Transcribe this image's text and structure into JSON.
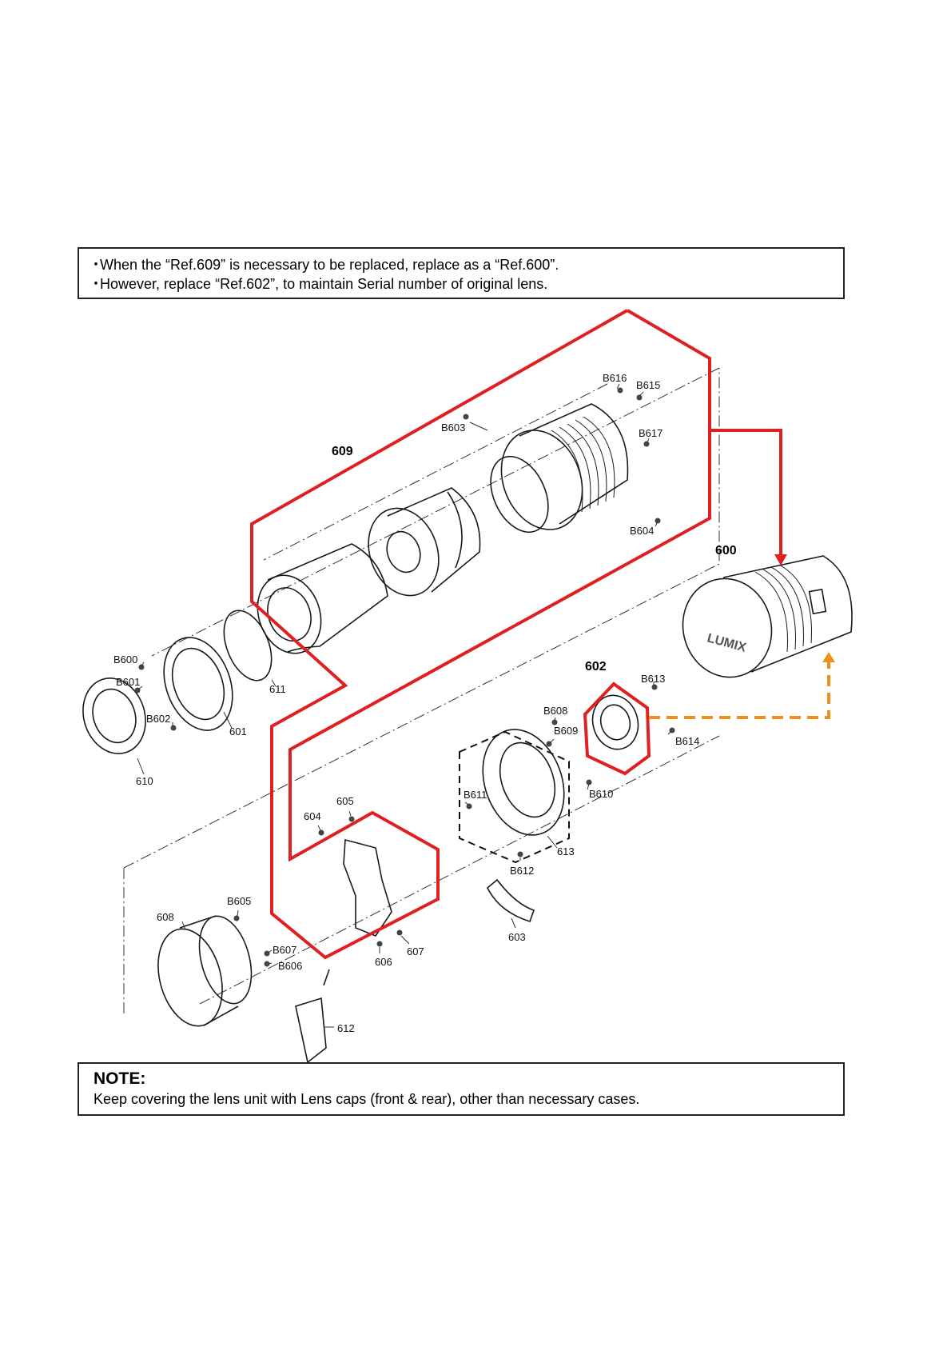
{
  "top_notes": [
    "When the “Ref.609” is necessary to be replaced, replace as a “Ref.600”.",
    "However, replace “Ref.602”, to maintain Serial number of original lens."
  ],
  "bullet": "・",
  "bottom_note": {
    "title": "NOTE:",
    "text": "Keep covering the lens unit with Lens caps (front & rear), other than necessary cases."
  },
  "lens_cap_text": "LUMIX",
  "group_labels": {
    "r609": "609",
    "r600": "600",
    "r602": "602"
  },
  "part_labels": {
    "B616": "B616",
    "B615": "B615",
    "B603": "B603",
    "B617": "B617",
    "B604": "B604",
    "B600": "B600",
    "B601": "B601",
    "B602": "B602",
    "p611": "611",
    "p601": "601",
    "p610": "610",
    "B613": "B613",
    "B608": "B608",
    "B609": "B609",
    "B614": "B614",
    "B610": "B610",
    "B611": "B611",
    "p613": "613",
    "B612": "B612",
    "p603": "603",
    "p605": "605",
    "p604": "604",
    "p606": "606",
    "p607": "607",
    "B605": "B605",
    "p608": "608",
    "B607": "B607",
    "B606": "B606",
    "p612": "612"
  },
  "colors": {
    "replace_outline": "#e02020",
    "alt_arrow": "#f0901c",
    "line_art": "#1a1a1a"
  }
}
